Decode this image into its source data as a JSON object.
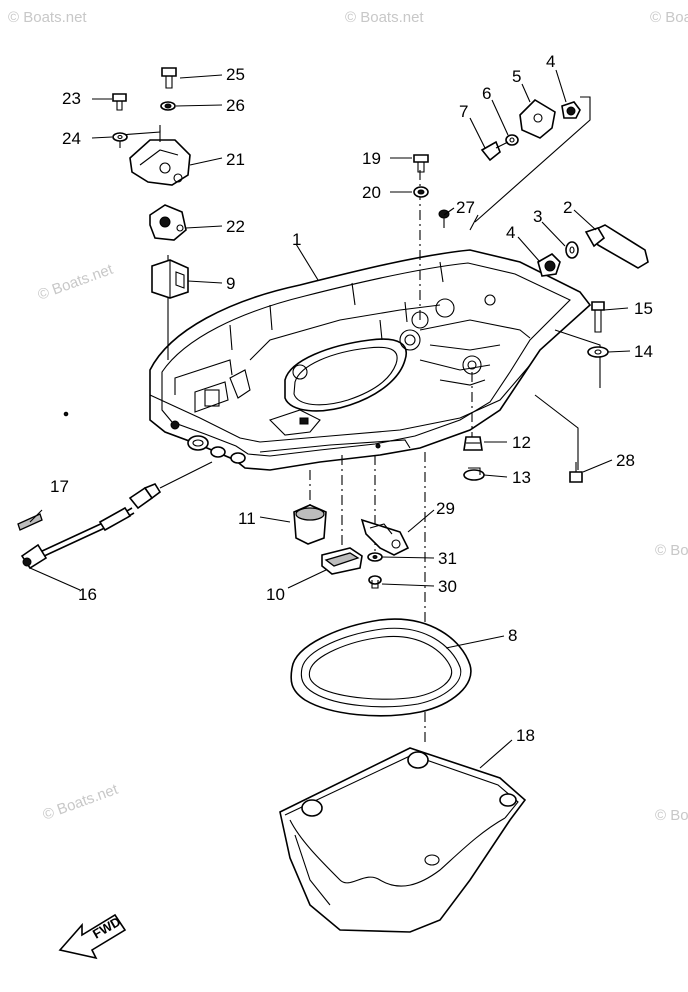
{
  "watermark": "© Boats.net",
  "direction_label": "FWD",
  "callouts": [
    {
      "id": "1",
      "label": "1"
    },
    {
      "id": "2",
      "label": "2"
    },
    {
      "id": "3",
      "label": "3"
    },
    {
      "id": "4a",
      "label": "4"
    },
    {
      "id": "4b",
      "label": "4"
    },
    {
      "id": "5",
      "label": "5"
    },
    {
      "id": "6",
      "label": "6"
    },
    {
      "id": "7",
      "label": "7"
    },
    {
      "id": "8",
      "label": "8"
    },
    {
      "id": "9",
      "label": "9"
    },
    {
      "id": "10",
      "label": "10"
    },
    {
      "id": "11",
      "label": "11"
    },
    {
      "id": "12",
      "label": "12"
    },
    {
      "id": "13",
      "label": "13"
    },
    {
      "id": "14",
      "label": "14"
    },
    {
      "id": "15",
      "label": "15"
    },
    {
      "id": "16",
      "label": "16"
    },
    {
      "id": "17",
      "label": "17"
    },
    {
      "id": "18",
      "label": "18"
    },
    {
      "id": "19",
      "label": "19"
    },
    {
      "id": "20",
      "label": "20"
    },
    {
      "id": "21",
      "label": "21"
    },
    {
      "id": "22",
      "label": "22"
    },
    {
      "id": "23",
      "label": "23"
    },
    {
      "id": "24",
      "label": "24"
    },
    {
      "id": "25",
      "label": "25"
    },
    {
      "id": "26",
      "label": "26"
    },
    {
      "id": "27",
      "label": "27"
    },
    {
      "id": "28",
      "label": "28"
    },
    {
      "id": "29",
      "label": "29"
    },
    {
      "id": "30",
      "label": "30"
    },
    {
      "id": "31",
      "label": "31"
    }
  ]
}
